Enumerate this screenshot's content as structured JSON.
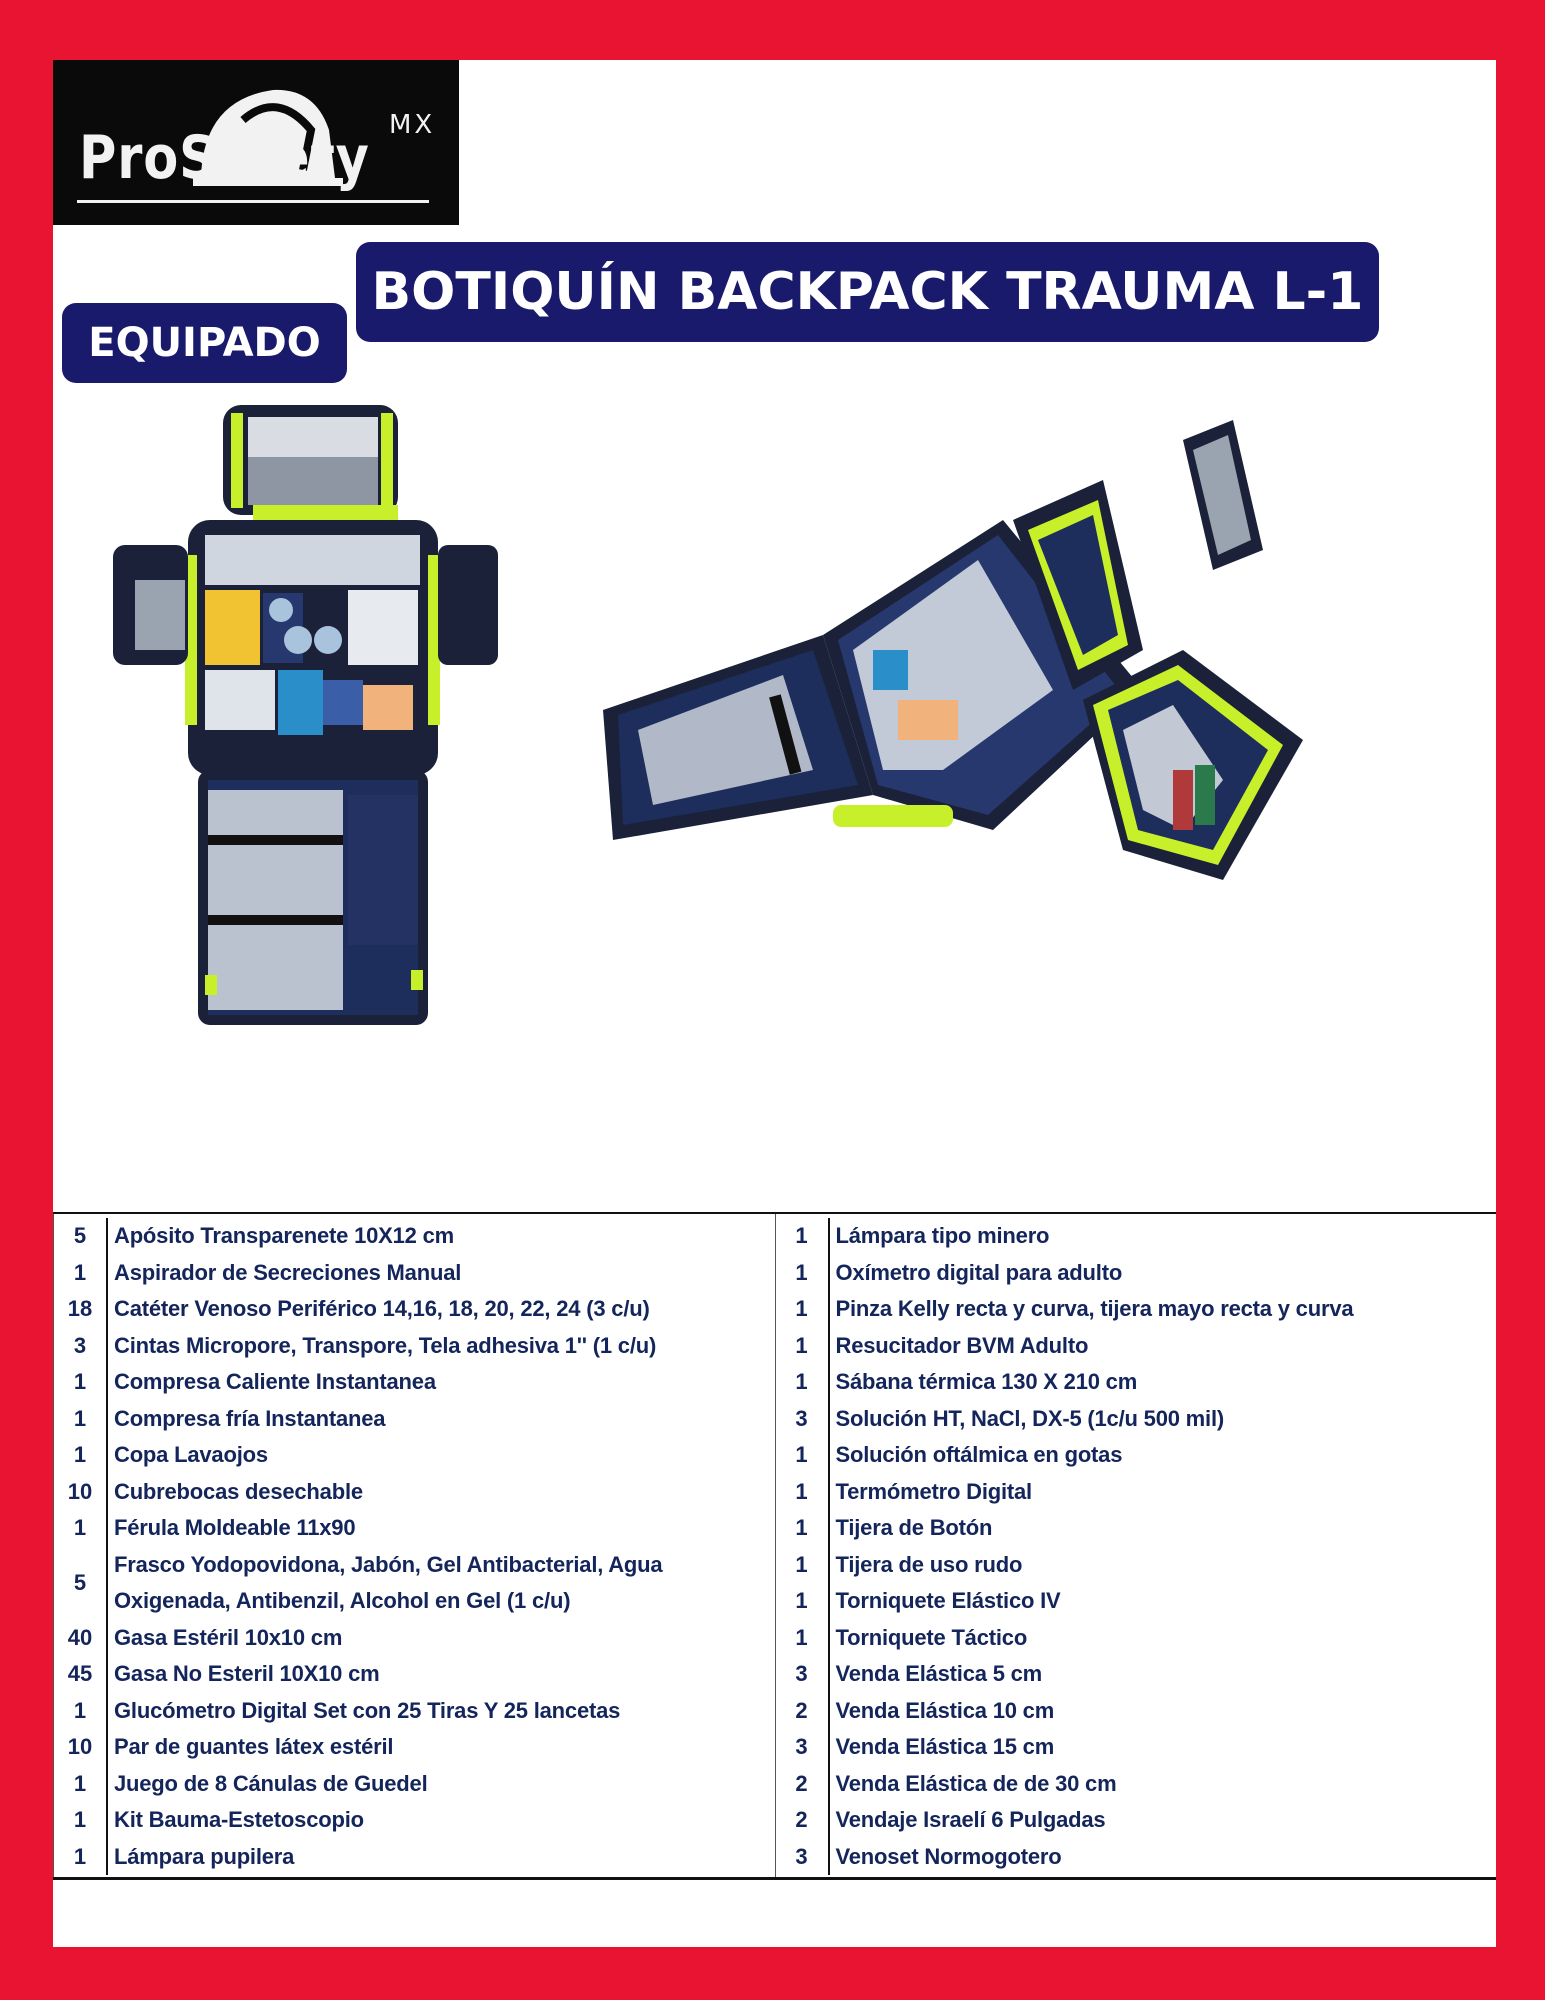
{
  "brand": {
    "logo_text": "ProSafety",
    "logo_suffix": "MX"
  },
  "header": {
    "title": "BOTIQUÍN BACKPACK TRAUMA L-1",
    "subtitle": "EQUIPADO"
  },
  "photos": [
    {
      "label": "backpack-front-open-view"
    },
    {
      "label": "backpack-side-open-view"
    }
  ],
  "colors": {
    "frame": "#e81432",
    "badge": "#1a1a6c",
    "text": "#13255a",
    "accent_yellow": "#c8f02a"
  },
  "items_left": [
    {
      "qty": "5",
      "desc": "Apósito Transparenete 10X12 cm"
    },
    {
      "qty": "1",
      "desc": "Aspirador  de Secreciones Manual"
    },
    {
      "qty": "18",
      "desc": "Catéter Venoso Periférico 14,16, 18, 20, 22, 24  (3 c/u)"
    },
    {
      "qty": "3",
      "desc": "Cintas Micropore, Transpore, Tela adhesiva 1'' (1 c/u)"
    },
    {
      "qty": "1",
      "desc": "Compresa Caliente Instantanea"
    },
    {
      "qty": "1",
      "desc": "Compresa fría Instantanea"
    },
    {
      "qty": "1",
      "desc": "Copa Lavaojos"
    },
    {
      "qty": "10",
      "desc": "Cubrebocas desechable"
    },
    {
      "qty": "1",
      "desc": "Férula Moldeable 11x90"
    },
    {
      "qty": "5",
      "desc": "Frasco Yodopovidona, Jabón, Gel Antibacterial, Agua Oxigenada, Antibenzil, Alcohol en Gel (1 c/u)"
    },
    {
      "qty": "40",
      "desc": "Gasa Estéril 10x10 cm"
    },
    {
      "qty": "45",
      "desc": "Gasa No Esteril 10X10 cm"
    },
    {
      "qty": "1",
      "desc": "Glucómetro Digital Set con 25 Tiras Y 25 lancetas"
    },
    {
      "qty": "10",
      "desc": "Par de guantes látex estéril"
    },
    {
      "qty": "1",
      "desc": "Juego de 8 Cánulas de Guedel"
    },
    {
      "qty": "1",
      "desc": "Kit Bauma-Estetoscopio"
    },
    {
      "qty": "1",
      "desc": "Lámpara pupilera"
    }
  ],
  "items_right": [
    {
      "qty": "1",
      "desc": "Lámpara tipo minero"
    },
    {
      "qty": "1",
      "desc": "Oxímetro digital para adulto"
    },
    {
      "qty": "1",
      "desc": "Pinza Kelly recta y curva, tijera mayo recta y curva"
    },
    {
      "qty": "1",
      "desc": "Resucitador BVM Adulto"
    },
    {
      "qty": "1",
      "desc": "Sábana térmica 130 X 210 cm"
    },
    {
      "qty": "3",
      "desc": "Solución HT, NaCl, DX-5  (1c/u 500 mil)"
    },
    {
      "qty": "1",
      "desc": "Solución oftálmica en gotas"
    },
    {
      "qty": "1",
      "desc": "Termómetro Digital"
    },
    {
      "qty": "1",
      "desc": "Tijera de Botón"
    },
    {
      "qty": "1",
      "desc": "Tijera de uso rudo"
    },
    {
      "qty": "1",
      "desc": "Torniquete Elástico IV"
    },
    {
      "qty": "1",
      "desc": "Torniquete Táctico"
    },
    {
      "qty": "3",
      "desc": "Venda Elástica 5 cm"
    },
    {
      "qty": "2",
      "desc": "Venda Elástica 10 cm"
    },
    {
      "qty": "3",
      "desc": "Venda Elástica 15 cm"
    },
    {
      "qty": "2",
      "desc": "Venda Elástica de de 30 cm"
    },
    {
      "qty": "2",
      "desc": "Vendaje Israelí 6 Pulgadas"
    },
    {
      "qty": "3",
      "desc": "Venoset Normogotero"
    }
  ]
}
